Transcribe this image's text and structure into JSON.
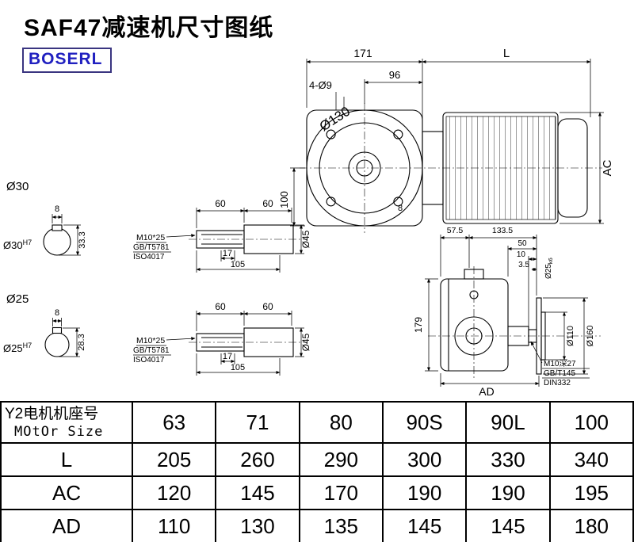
{
  "page": {
    "title": "SAF47减速机尺寸图纸",
    "brand": "BOSERL"
  },
  "front_view": {
    "dim_width_gear": "171",
    "dim_motor_len": "L",
    "dim_96": "96",
    "holes": "4-Ø9",
    "flange_dia": "Ø130",
    "dim_height": "100",
    "dim_motor_dia": "AC",
    "dim_gap": "8"
  },
  "shaft_sections": [
    {
      "label": "Ø30",
      "key_width": "8",
      "key_depth": "33.3",
      "bore": "Ø30",
      "bore_tol": "H7"
    },
    {
      "label": "Ø25",
      "key_width": "8",
      "key_depth": "28.3",
      "bore": "Ø25",
      "bore_tol": "H7"
    }
  ],
  "shaft_details": [
    {
      "dim_60a": "60",
      "dim_60b": "60",
      "dim_17": "17",
      "dim_105": "105",
      "dim_dia": "Ø45",
      "note1": "M10*25",
      "note2": "GB/T5781",
      "note3": "ISO4017"
    },
    {
      "dim_60a": "60",
      "dim_60b": "60",
      "dim_17": "17",
      "dim_105": "105",
      "dim_dia": "Ø45",
      "note1": "M10*25",
      "note2": "GB/T5781",
      "note3": "ISO4017"
    }
  ],
  "side_view": {
    "dim_575": "57.5",
    "dim_1335": "133.5",
    "dim_50": "50",
    "dim_10": "10",
    "dim_35": "3.5",
    "shaft_dia": "Ø25",
    "shaft_tol": "k6",
    "dim_d110": "Ø110",
    "dim_d160": "Ø160",
    "dim_179": "179",
    "dim_ad": "AD",
    "note1": "M10深27",
    "note2": "GB/T145",
    "note3": "DIN332"
  },
  "table": {
    "header_line1": "Y2电机机座号",
    "header_line2": "MOtOr Size",
    "sizes": [
      "63",
      "71",
      "80",
      "90S",
      "90L",
      "100"
    ],
    "rows": [
      {
        "label": "L",
        "values": [
          "205",
          "260",
          "290",
          "300",
          "330",
          "340"
        ]
      },
      {
        "label": "AC",
        "values": [
          "120",
          "145",
          "170",
          "190",
          "190",
          "195"
        ]
      },
      {
        "label": "AD",
        "values": [
          "110",
          "130",
          "135",
          "145",
          "145",
          "180"
        ]
      }
    ]
  }
}
